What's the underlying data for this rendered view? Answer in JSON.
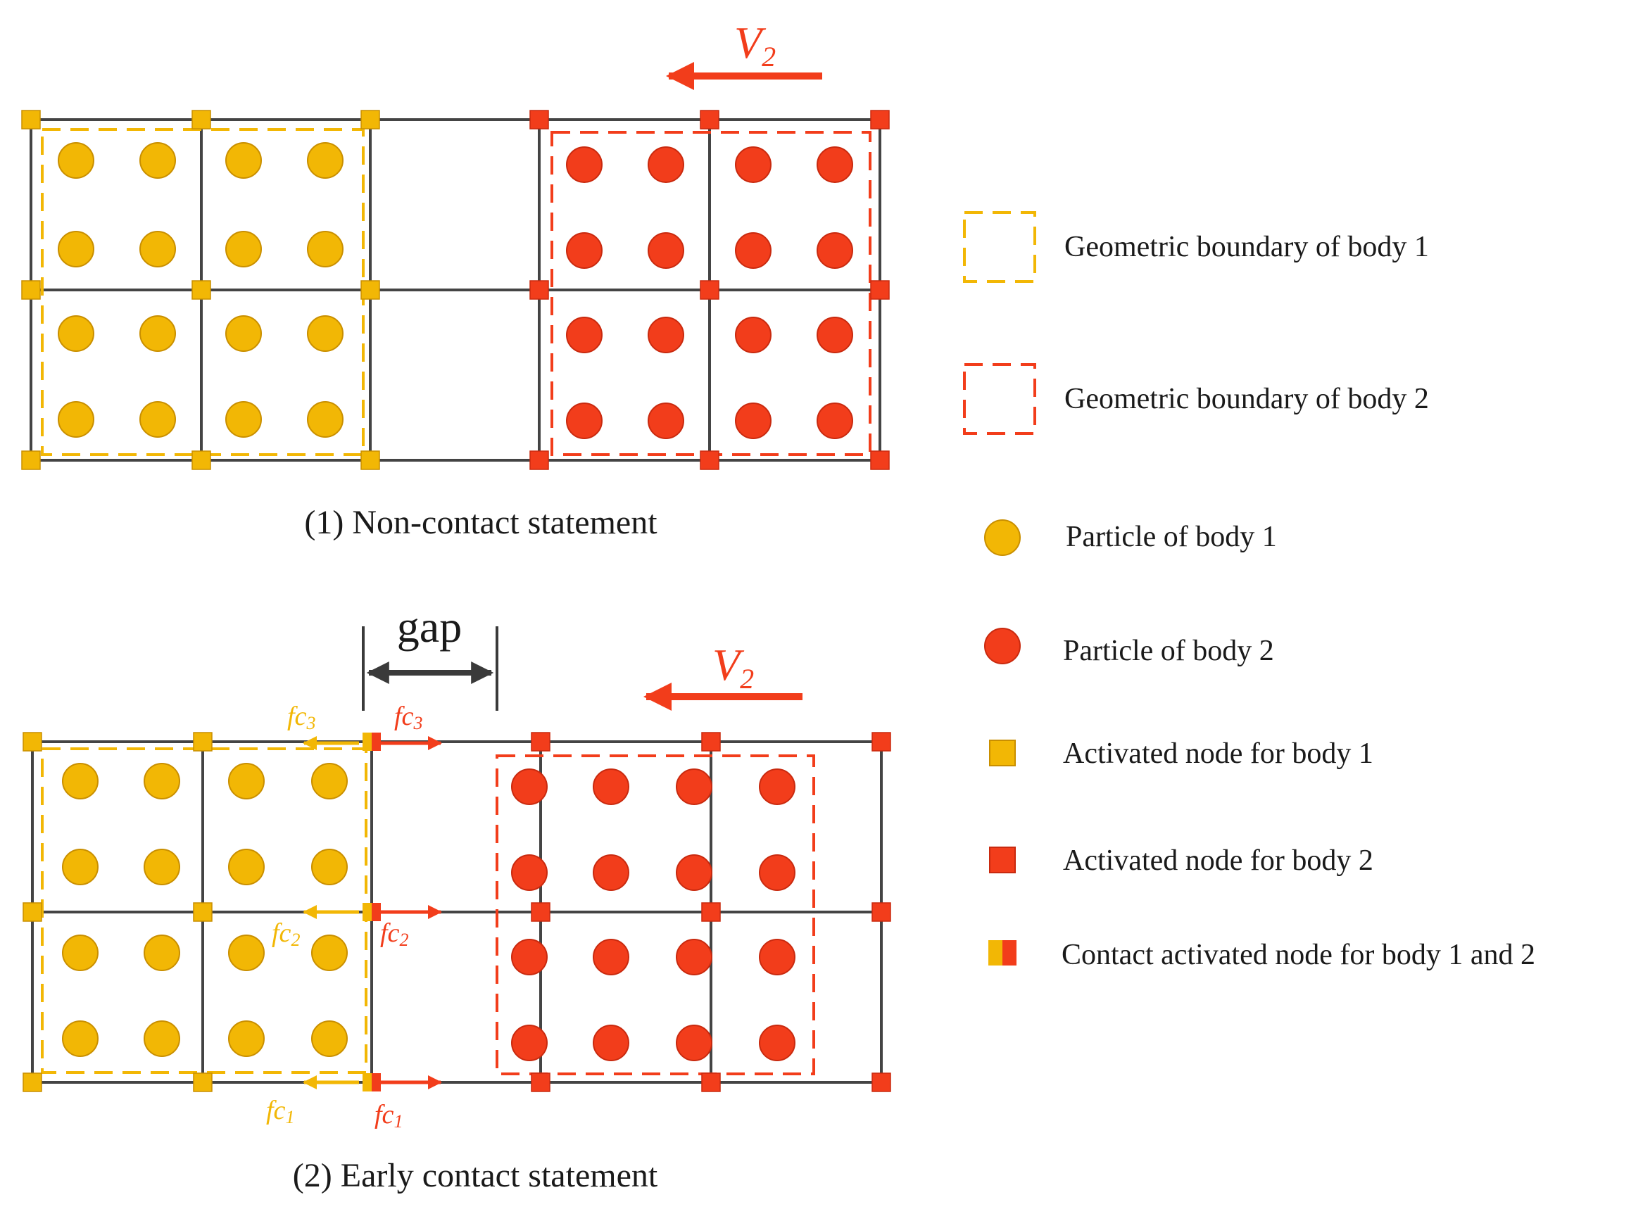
{
  "colors": {
    "body1": "#F2B705",
    "body2": "#F23D1B",
    "grid": "#444444",
    "text": "#1a1a1a",
    "gap_arrow": "#3a3a3a"
  },
  "panel1": {
    "caption": "(1) Non-contact statement",
    "velocity_label": "V",
    "velocity_sub": "2"
  },
  "panel2": {
    "caption": "(2) Early contact statement",
    "velocity_label": "V",
    "velocity_sub": "2",
    "gap_label": "gap",
    "forces_body1": [
      {
        "f": "fc",
        "sub": "3"
      },
      {
        "f": "fc",
        "sub": "2"
      },
      {
        "f": "fc",
        "sub": "1"
      }
    ],
    "forces_body2": [
      {
        "f": "fc",
        "sub": "3"
      },
      {
        "f": "fc",
        "sub": "2"
      },
      {
        "f": "fc",
        "sub": "1"
      }
    ]
  },
  "legend": {
    "items": [
      {
        "icon": "dashed-square-body1-icon",
        "label": "Geometric boundary of body 1"
      },
      {
        "icon": "dashed-square-body2-icon",
        "label": "Geometric boundary of body 2"
      },
      {
        "icon": "particle-body1-icon",
        "label": "Particle of body 1"
      },
      {
        "icon": "particle-body2-icon",
        "label": "Particle of body 2"
      },
      {
        "icon": "node-body1-icon",
        "label": "Activated node for body 1"
      },
      {
        "icon": "node-body2-icon",
        "label": "Activated node for body 2"
      },
      {
        "icon": "contact-node-icon",
        "label": "Contact activated node for body 1 and 2"
      }
    ]
  }
}
